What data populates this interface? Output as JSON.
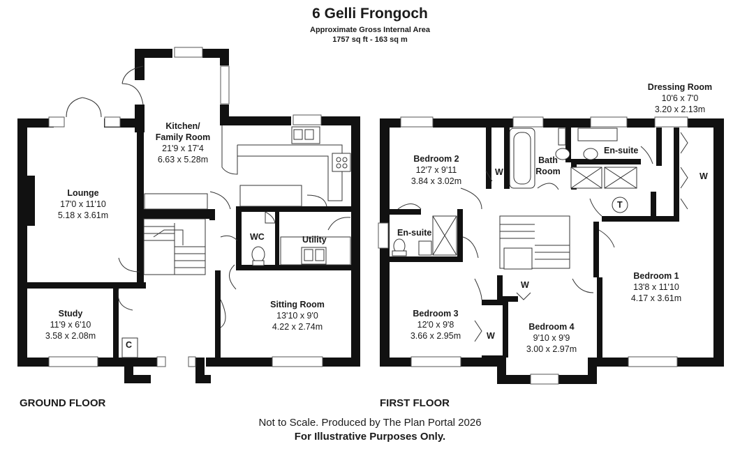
{
  "header": {
    "title": "6 Gelli Frongoch",
    "subtitle": "Approximate Gross Internal Area",
    "area": "1757 sq ft - 163 sq m"
  },
  "floors": {
    "ground": "GROUND FLOOR",
    "first": "FIRST FLOOR"
  },
  "footer": {
    "disclaimer": "Not to Scale. Produced by The Plan Portal 2026",
    "notice": "For Illustrative Purposes Only."
  },
  "rooms": {
    "kitchen": {
      "name": "Kitchen/\nFamily Room",
      "name1": "Kitchen/",
      "name2": "Family Room",
      "size": "21'9 x 17'4",
      "metric": "6.63 x 5.28m"
    },
    "lounge": {
      "name": "Lounge",
      "size": "17'0 x 11'10",
      "metric": "5.18 x 3.61m"
    },
    "study": {
      "name": "Study",
      "size": "11'9 x 6'10",
      "metric": "3.58 x 2.08m"
    },
    "sitting": {
      "name": "Sitting Room",
      "size": "13'10 x 9'0",
      "metric": "4.22 x 2.74m"
    },
    "wc": {
      "name": "WC"
    },
    "utility": {
      "name": "Utility"
    },
    "cupboard": {
      "name": "C"
    },
    "bedroom2": {
      "name": "Bedroom 2",
      "size": "12'7 x 9'11",
      "metric": "3.84 x 3.02m"
    },
    "bathroom": {
      "name1": "Bath",
      "name2": "Room"
    },
    "ensuite_main": {
      "name": "En-suite"
    },
    "ensuite_bed2": {
      "name": "En-suite"
    },
    "dressing": {
      "name": "Dressing Room",
      "size": "10'6 x 7'0",
      "metric": "3.20 x 2.13m"
    },
    "bedroom1": {
      "name": "Bedroom 1",
      "size": "13'8 x 11'10",
      "metric": "4.17 x 3.61m"
    },
    "bedroom3": {
      "name": "Bedroom 3",
      "size": "12'0 x 9'8",
      "metric": "3.66 x 2.95m"
    },
    "bedroom4": {
      "name": "Bedroom 4",
      "size": "9'10 x 9'9",
      "metric": "3.00 x 2.97m"
    },
    "wardrobe": "W",
    "tank": "T"
  }
}
